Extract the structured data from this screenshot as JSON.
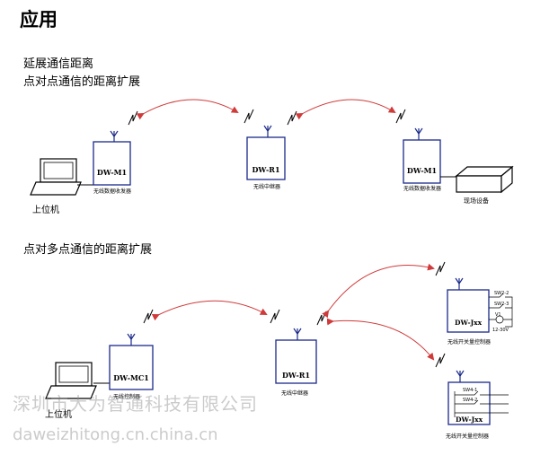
{
  "page": {
    "title": "应用",
    "subtitle_1": "延展通信距离",
    "subtitle_2": "点对点通信的距离扩展",
    "subtitle_3": "点对多点通信的距离扩展"
  },
  "top_diagram": {
    "laptop_label": "上位机",
    "device_1": {
      "name": "DW-M1",
      "caption": "无线数据收发器"
    },
    "repeater": {
      "name": "DW-R1",
      "caption": "无线中继器"
    },
    "device_2": {
      "name": "DW-M1",
      "caption": "无线数据收发器"
    },
    "field_label": "现场设备"
  },
  "bottom_diagram": {
    "laptop_label": "上位机",
    "controller": {
      "name": "DW-MC1",
      "caption": "无线控制器"
    },
    "repeater": {
      "name": "DW-R1",
      "caption": "无线中继器"
    },
    "switch_1": {
      "name": "DW-Jxx",
      "caption": "无线开关量控制器",
      "terminal_1": "SW2-2",
      "terminal_2": "SW2-3",
      "terminal_3": "V1",
      "voltage": "12-30V"
    },
    "switch_2": {
      "name": "DW-Jxx",
      "caption": "无线开关量控制器",
      "terminal_1": "SW4-1",
      "terminal_2": "SW4-2"
    }
  },
  "watermark": {
    "company": "深圳市大为智通科技有限公司",
    "url": "daweizhitong.cn.china.cn"
  },
  "colors": {
    "link_arc": "#d03a3a",
    "device_border": "#1a2a8a",
    "text": "#000000",
    "watermark": "#8c8c8c"
  }
}
